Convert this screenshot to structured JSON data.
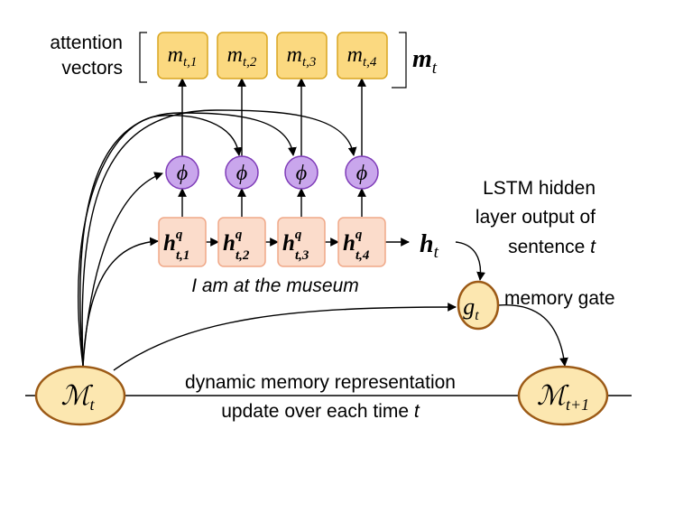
{
  "labels": {
    "attention_line1": "attention",
    "attention_line2": "vectors",
    "m_vec": "m",
    "m_vec_sub": "t",
    "h_t": "h",
    "h_t_sub": "t",
    "lstm_line1": "LSTM hidden",
    "lstm_line2": "layer output of",
    "lstm_line3_prefix": "sentence ",
    "lstm_line3_var": "t",
    "sentence": "I am at the museum",
    "memory_gate": "memory gate",
    "dyn_line1": "dynamic memory representation",
    "dyn_line2_prefix": "update over each time ",
    "dyn_line2_var": "t"
  },
  "attention_boxes": [
    {
      "base": "m",
      "sub": "t,1"
    },
    {
      "base": "m",
      "sub": "t,2"
    },
    {
      "base": "m",
      "sub": "t,3"
    },
    {
      "base": "m",
      "sub": "t,4"
    }
  ],
  "phi_nodes": [
    {
      "symbol": "ϕ"
    },
    {
      "symbol": "ϕ"
    },
    {
      "symbol": "ϕ"
    },
    {
      "symbol": "ϕ"
    }
  ],
  "hidden_boxes": [
    {
      "base": "h",
      "sup": "q",
      "sub": "t,1"
    },
    {
      "base": "h",
      "sup": "q",
      "sub": "t,2"
    },
    {
      "base": "h",
      "sup": "q",
      "sub": "t,3"
    },
    {
      "base": "h",
      "sup": "q",
      "sub": "t,4"
    }
  ],
  "gate": {
    "base": "g",
    "sub": "t"
  },
  "memory_nodes": [
    {
      "base": "ℳ",
      "sub": "t"
    },
    {
      "base": "ℳ",
      "sub": "t+1"
    }
  ],
  "colors": {
    "attention_fill": "#fbd980",
    "attention_stroke": "#d9a520",
    "phi_fill": "#c9a6ec",
    "phi_stroke": "#7e3bb8",
    "hidden_fill": "#fbdccb",
    "hidden_stroke": "#f0a888",
    "ellipse_fill": "#fce7b0",
    "ellipse_stroke": "#9c5a16"
  }
}
